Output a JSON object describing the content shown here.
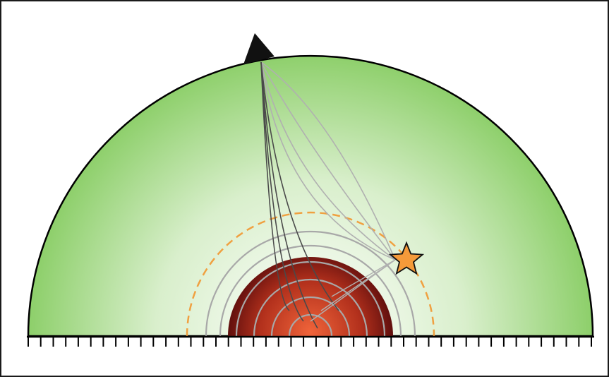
{
  "figure": {
    "kind": "earth-cross-section-seismic-rays",
    "icons": {
      "event": "star-icon",
      "receiver": "triangle-icon"
    },
    "colors": {
      "mantle_edge": "#8dcf6a",
      "mantle_center": "#ffffff",
      "core_edge": "#5a0c0c",
      "core_center": "#f0643a",
      "ray_dark": "#4a4a4a",
      "ray_light": "#b0b0b0",
      "rings": "#a8a8a8",
      "dashed_boundary": "#f0a040",
      "star_fill": "#f59a3a",
      "outline": "#000000"
    },
    "ray_count": 8,
    "ring_count": 6,
    "tick_count": 46
  }
}
